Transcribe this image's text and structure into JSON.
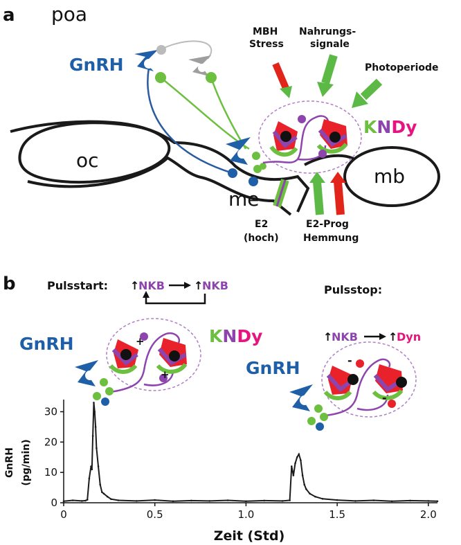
{
  "colors": {
    "gnrh": "#1f5fa8",
    "kiss": "#e8212a",
    "nkb": "#8e44ad",
    "dyn": "#e5147f",
    "green": "#6cbf3f",
    "stim_arrow": "#5cb946",
    "inhib_arrow": "#e1251b",
    "outline": "#1a1a1a"
  },
  "panel_a": {
    "letter": "a",
    "region_poa": "poa",
    "region_oc": "oc",
    "region_mb": "mb",
    "region_me": "me",
    "gnrh_label": "GnRH",
    "kndy_k": "K",
    "kndy_n": "N",
    "kndy_dy": "Dy",
    "inputs": {
      "mbh_line1": "MBH",
      "mbh_line2": "Stress",
      "nahrung_line1": "Nahrungs-",
      "nahrung_line2": "signale",
      "photo": "Photoperiode",
      "e2_line1": "E2",
      "e2_line2": "(hoch)",
      "e2prog_line1": "E2-Prog",
      "e2prog_line2": "Hemmung"
    }
  },
  "panel_b": {
    "letter": "b",
    "pulsstart_label": "Pulsstart:",
    "pulsstart_up1": "↑",
    "pulsstart_nkb1": "NKB",
    "pulsstart_up2": "↑",
    "pulsstart_nkb2": "NKB",
    "pulsstop_label": "Pulsstop:",
    "pulsstop_up1": "↑",
    "pulsstop_nkb": "NKB",
    "pulsstop_up2": "↑",
    "pulsstop_dyn": "Dyn",
    "gnrh_left": "GnRH",
    "gnrh_right": "GnRH",
    "kndy_k": "K",
    "kndy_n": "N",
    "kndy_dy": "Dy",
    "plus1": "+",
    "plus2": "+",
    "minus1": "-",
    "minus2": "-"
  },
  "chart_data": {
    "type": "line",
    "title": "",
    "xlabel": "Zeit (Std)",
    "ylabel_line1": "GnRH",
    "ylabel_line2": "(pg/min)",
    "xlim": [
      0,
      2.05
    ],
    "ylim": [
      0,
      34
    ],
    "x_ticks": [
      0,
      0.5,
      1.0,
      1.5,
      2.0
    ],
    "x_tick_labels": [
      "0",
      "0.5",
      "1.0",
      "1.5",
      "2.0"
    ],
    "y_ticks": [
      0,
      10,
      20,
      30
    ],
    "y_tick_labels": [
      "0",
      "10",
      "20",
      "30"
    ],
    "grid": false,
    "series": [
      {
        "x": [
          0.0,
          0.05,
          0.1,
          0.12,
          0.13,
          0.14,
          0.15,
          0.155,
          0.16,
          0.165,
          0.17,
          0.175,
          0.18,
          0.19,
          0.2,
          0.21,
          0.22,
          0.24,
          0.26,
          0.3,
          0.4,
          0.5,
          0.6,
          0.7,
          0.8,
          0.9,
          1.0,
          1.1,
          1.2,
          1.24,
          1.25,
          1.26,
          1.27,
          1.28,
          1.29,
          1.3,
          1.31,
          1.32,
          1.33,
          1.35,
          1.38,
          1.42,
          1.5,
          1.6,
          1.7,
          1.8,
          1.9,
          2.0,
          2.05
        ],
        "y": [
          0.5,
          0.8,
          0.6,
          0.7,
          1.0,
          8.0,
          12.0,
          11.0,
          22.0,
          33.0,
          30.0,
          25.0,
          18.0,
          12.0,
          6.0,
          3.5,
          3.0,
          2.0,
          1.2,
          0.8,
          0.6,
          0.9,
          0.5,
          0.7,
          0.6,
          0.8,
          0.5,
          0.7,
          0.6,
          0.8,
          12.0,
          9.0,
          13.0,
          15.0,
          16.0,
          14.0,
          9.0,
          6.0,
          4.5,
          3.0,
          2.0,
          1.3,
          0.9,
          0.6,
          0.8,
          0.5,
          0.7,
          0.6,
          0.5
        ]
      }
    ]
  }
}
